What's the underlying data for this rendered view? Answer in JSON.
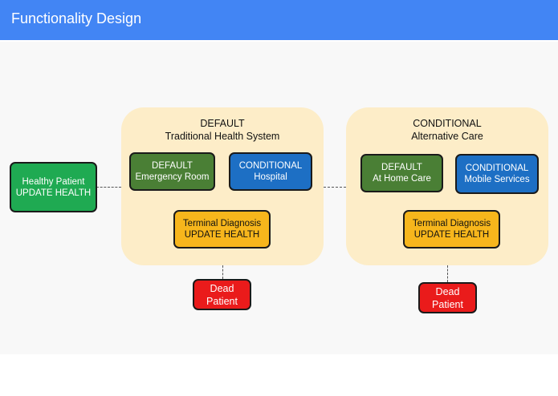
{
  "header": {
    "title": "Functionality Design"
  },
  "colors": {
    "header": "#4285f4",
    "group_background": "#fdedc8",
    "default_node": "#4a7f35",
    "start_node": "#1faa52",
    "conditional_node": "#1d6fc4",
    "terminal_node": "#f7b61c",
    "dead_node": "#ea1b1b"
  },
  "start_node": {
    "line1": "Healthy Patient",
    "line2": "UPDATE HEALTH"
  },
  "groups": [
    {
      "title_line1": "DEFAULT",
      "title_line2": "Traditional Health System",
      "default_option": {
        "line1": "DEFAULT",
        "line2": "Emergency Room"
      },
      "conditional_option": {
        "line1": "CONDITIONAL",
        "line2": "Hospital"
      },
      "terminal": {
        "line1": "Terminal Diagnosis",
        "line2": "UPDATE HEALTH"
      },
      "outcome": {
        "line1": "Dead",
        "line2": "Patient"
      }
    },
    {
      "title_line1": "CONDITIONAL",
      "title_line2": "Alternative Care",
      "default_option": {
        "line1": "DEFAULT",
        "line2": "At Home Care"
      },
      "conditional_option": {
        "line1": "CONDITIONAL",
        "line2": "Mobile Services"
      },
      "terminal": {
        "line1": "Terminal Diagnosis",
        "line2": "UPDATE HEALTH"
      },
      "outcome": {
        "line1": "Dead",
        "line2": "Patient"
      }
    }
  ]
}
